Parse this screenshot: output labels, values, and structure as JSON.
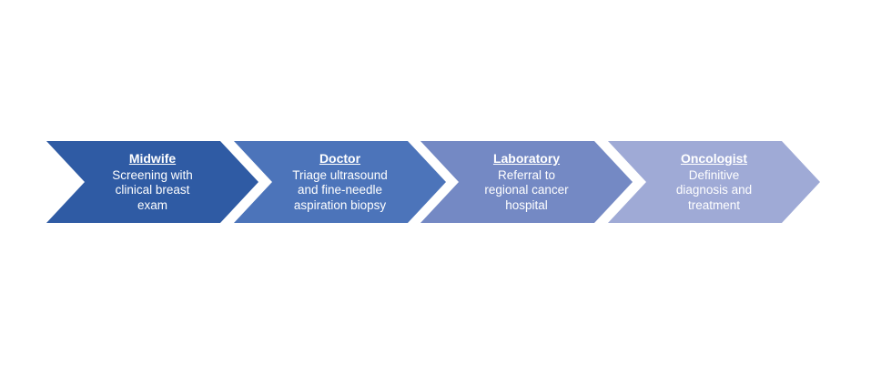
{
  "diagram": {
    "type": "process-flow-chevrons",
    "background_color": "#FFFFFF",
    "text_color": "#FFFFFF",
    "steps": [
      {
        "title": "Midwife",
        "color": "#2F5BA4",
        "lines": [
          "Screening with",
          "clinical breast",
          "exam"
        ]
      },
      {
        "title": "Doctor",
        "color": "#4C74BA",
        "lines": [
          "Triage ultrasound",
          "and fine-needle",
          "aspiration biopsy"
        ]
      },
      {
        "title": "Laboratory",
        "color": "#7489C4",
        "lines": [
          "Referral to",
          "regional cancer",
          "hospital"
        ]
      },
      {
        "title": "Oncologist",
        "color": "#9FAAD6",
        "lines": [
          "Definitive",
          "diagnosis and",
          "treatment"
        ]
      }
    ]
  }
}
